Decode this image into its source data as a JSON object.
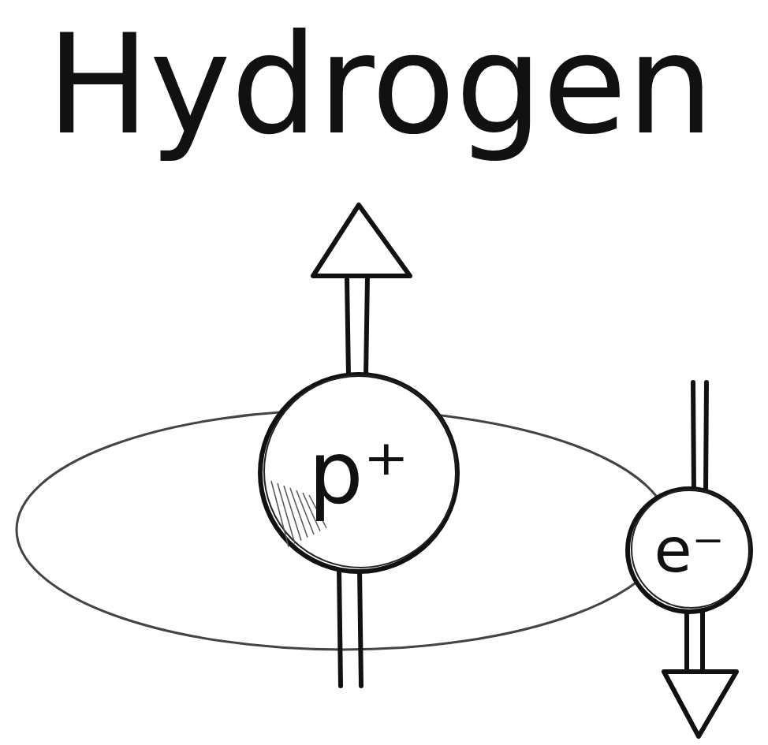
{
  "diagram": {
    "title": "Hydrogen",
    "nodes": [
      {
        "text": [
          "p⁺"
        ]
      },
      {
        "text": [
          "e⁻"
        ]
      }
    ]
  }
}
